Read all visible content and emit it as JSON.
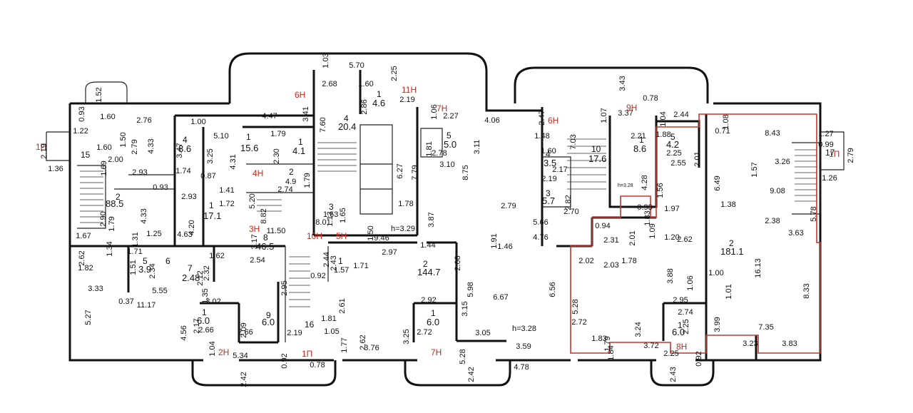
{
  "colors": {
    "wall": "#111111",
    "unit_tag": "#d0261b",
    "highlight_outline": "#c0392b"
  },
  "unit_tags": [
    {
      "id": "1p-left",
      "text": "1П"
    },
    {
      "id": "1p-right",
      "text": "1П"
    },
    {
      "id": "1p-bottom",
      "text": "1П"
    },
    {
      "id": "2n",
      "text": "2Н"
    },
    {
      "id": "3n",
      "text": "3Н"
    },
    {
      "id": "4n",
      "text": "4Н"
    },
    {
      "id": "5n",
      "text": "5Н"
    },
    {
      "id": "6n-left",
      "text": "6Н"
    },
    {
      "id": "6n-right",
      "text": "6Н"
    },
    {
      "id": "7n-top",
      "text": "7Н"
    },
    {
      "id": "7n-bottom",
      "text": "7Н"
    },
    {
      "id": "8n",
      "text": "8Н"
    },
    {
      "id": "9n",
      "text": "9Н"
    },
    {
      "id": "10n",
      "text": "10Н"
    },
    {
      "id": "11n",
      "text": "11Н"
    }
  ],
  "ceiling_heights": [
    "h=3.29",
    "h=3.28",
    "h=3.28"
  ],
  "rooms": [
    {
      "num": "1",
      "area": "15.6"
    },
    {
      "num": "1",
      "area": "4.1"
    },
    {
      "num": "1",
      "area": "4.6"
    },
    {
      "num": "1",
      "area": "8.6"
    },
    {
      "num": "1",
      "area": "17.1"
    },
    {
      "num": "1",
      "area": "6.0"
    },
    {
      "num": "1",
      "area": "1.57"
    },
    {
      "num": "1",
      "area": "6.0"
    },
    {
      "num": "1",
      "area": "6.0"
    },
    {
      "num": "2",
      "area": "88.5"
    },
    {
      "num": "2",
      "area": "4.9"
    },
    {
      "num": "2",
      "area": "144.7"
    },
    {
      "num": "2",
      "area": "181.1"
    },
    {
      "num": "3",
      "area": "1.63"
    },
    {
      "num": "3",
      "area": "5.7"
    },
    {
      "num": "4",
      "area": "8.6"
    },
    {
      "num": "4",
      "area": "20.4"
    },
    {
      "num": "4",
      "area": "3.5"
    },
    {
      "num": "5",
      "area": "3.9"
    },
    {
      "num": "5",
      "area": "5.0"
    },
    {
      "num": "5",
      "area": "4.2"
    },
    {
      "num": "6",
      "area": ""
    },
    {
      "num": "7",
      "area": "2.48"
    },
    {
      "num": "8",
      "area": "46.5"
    },
    {
      "num": "9",
      "area": "6.0"
    },
    {
      "num": "10",
      "area": "17.6"
    },
    {
      "num": "15",
      "area": ""
    },
    {
      "num": "16",
      "area": ""
    },
    {
      "num": "17",
      "area": ""
    }
  ],
  "dimensions": [
    "5.70",
    "2.68",
    "2.25",
    "1.60",
    "2.86",
    "2.19",
    "1.03",
    "7.60",
    "3.41",
    "4.47",
    "1.00",
    "2.76",
    "1.60",
    "0.93",
    "1.52",
    "1.22",
    "1.36",
    "2.19",
    "1.50",
    "2.79",
    "1.60",
    "2.00",
    "4.33",
    "3.47",
    "5.10",
    "3.25",
    "4.31",
    "2.30",
    "1.79",
    "1.79",
    "2.74",
    "2.93",
    "1.74",
    "2.93",
    "0.87",
    "0.93",
    "1.72",
    "1.41",
    "5.20",
    "8.82",
    "3.17",
    "4.20",
    "4.63",
    "1.31",
    "1.25",
    "4.33",
    "1.79",
    "2.90",
    "1.69",
    "1.67",
    "1.34",
    "2.62",
    "1.82",
    "3.33",
    "5.27",
    "1.71",
    "1.51",
    "2.34",
    "5.55",
    "2.32",
    "2.12",
    "1.62",
    "1.35",
    "0.37",
    "11.17",
    "11.50",
    "8.01",
    "1.13",
    "1.65",
    "1.50",
    "9.46",
    "2.54",
    "2.95",
    "2.09",
    "2.66",
    "3.02",
    "2.17",
    "4.56",
    "2.66",
    "1.04",
    "5.34",
    "0.92",
    "0.78",
    "2.42",
    "2.19",
    "1.81",
    "2.61",
    "2.43",
    "2.44",
    "0.92",
    "1.71",
    "2.97",
    "1.44",
    "1.46",
    "2.08",
    "5.98",
    "3.15",
    "2.92",
    "3.25",
    "2.72",
    "5.28",
    "2.42",
    "3.76",
    "2.62",
    "1.77",
    "1.05",
    "3.05",
    "3.59",
    "4.78",
    "6.67",
    "6.56",
    "4.76",
    "5.66",
    "2.79",
    "1.91",
    "8.75",
    "4.06",
    "3.11",
    "2.78",
    "1.81",
    "3.10",
    "6.27",
    "7.79",
    "1.78",
    "3.87",
    "1.06",
    "2.27",
    "2.47",
    "1.48",
    "7.03",
    "1.60",
    "2.17",
    "2.19",
    "2.82",
    "2.70",
    "3.43",
    "1.07",
    "3.37",
    "0.78",
    "1.04",
    "2.44",
    "1.08",
    "2.21",
    "1.88",
    "2.25",
    "2.01",
    "2.55",
    "4.28",
    "1.56",
    "1.97",
    "1.83",
    "0.93",
    "2.01",
    "1.09",
    "0.94",
    "2.31",
    "1.20",
    "2.62",
    "2.02",
    "2.03",
    "1.78",
    "5.28",
    "2.72",
    "1.79",
    "3.72",
    "1.83",
    "1.84",
    "3.88",
    "3.24",
    "2.95",
    "2.74",
    "2.25",
    "1.06",
    "1.00",
    "1.01",
    "3.99",
    "16.13",
    "7.35",
    "3.23",
    "3.83",
    "8.33",
    "2.38",
    "3.63",
    "5.78",
    "9.08",
    "6.49",
    "3.26",
    "1.57",
    "8.43",
    "1.27",
    "0.99",
    "1.26",
    "2.79",
    "1.38",
    "2.25",
    "2.43",
    "0.92",
    "0.71"
  ]
}
